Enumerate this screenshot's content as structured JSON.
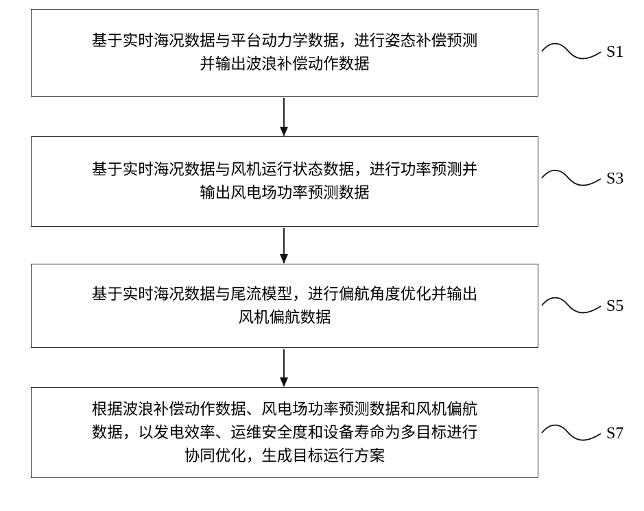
{
  "steps": [
    {
      "id": "S1",
      "lines": [
        "基于实时海况数据与平台动力学数据，进行姿态补偿预测",
        "并输出波浪补偿动作数据"
      ]
    },
    {
      "id": "S3",
      "lines": [
        "基于实时海况数据与风机运行状态数据，进行功率预测并",
        "输出风电场功率预测数据"
      ]
    },
    {
      "id": "S5",
      "lines": [
        "基于实时海况数据与尾流模型，进行偏航角度优化并输出",
        "风机偏航数据"
      ]
    },
    {
      "id": "S7",
      "lines": [
        "根据波浪补偿动作数据、风电场功率预测数据和风机偏航",
        "数据，以发电效率、运维安全度和设备寿命为多目标进行",
        "协同优化，生成目标运行方案"
      ]
    }
  ]
}
